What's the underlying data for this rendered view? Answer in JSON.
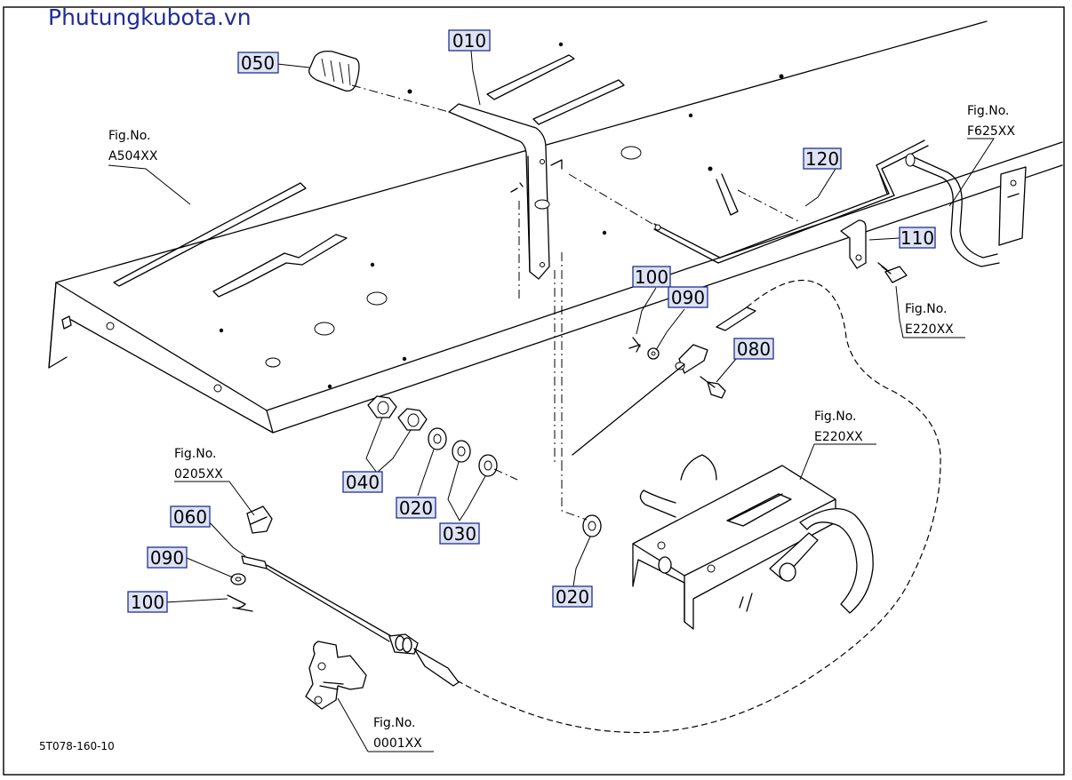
{
  "watermark": "Phutungkubota.vn",
  "diagram_code": "5T078-160-10",
  "part_labels": {
    "p010": "010",
    "p050": "050",
    "p120": "120",
    "p110": "110",
    "p100a": "100",
    "p090a": "090",
    "p080": "080",
    "p040": "040",
    "p020a": "020",
    "p030": "030",
    "p020b": "020",
    "p060": "060",
    "p090b": "090",
    "p100b": "100"
  },
  "fig_refs": {
    "a504": {
      "title": "Fig.No.",
      "code": "A504XX"
    },
    "f625": {
      "title": "Fig.No.",
      "code": "F625XX"
    },
    "e220a": {
      "title": "Fig.No.",
      "code": "E220XX"
    },
    "e220b": {
      "title": "Fig.No.",
      "code": "E220XX"
    },
    "r0205": {
      "title": "Fig.No.",
      "code": "0205XX"
    },
    "r0001": {
      "title": "Fig.No.",
      "code": "0001XX"
    }
  },
  "colors": {
    "watermark": "#1f2b9a",
    "label_box_fill": "#dde3f5",
    "label_box_border": "#1f2f8f",
    "line": "#000000"
  }
}
